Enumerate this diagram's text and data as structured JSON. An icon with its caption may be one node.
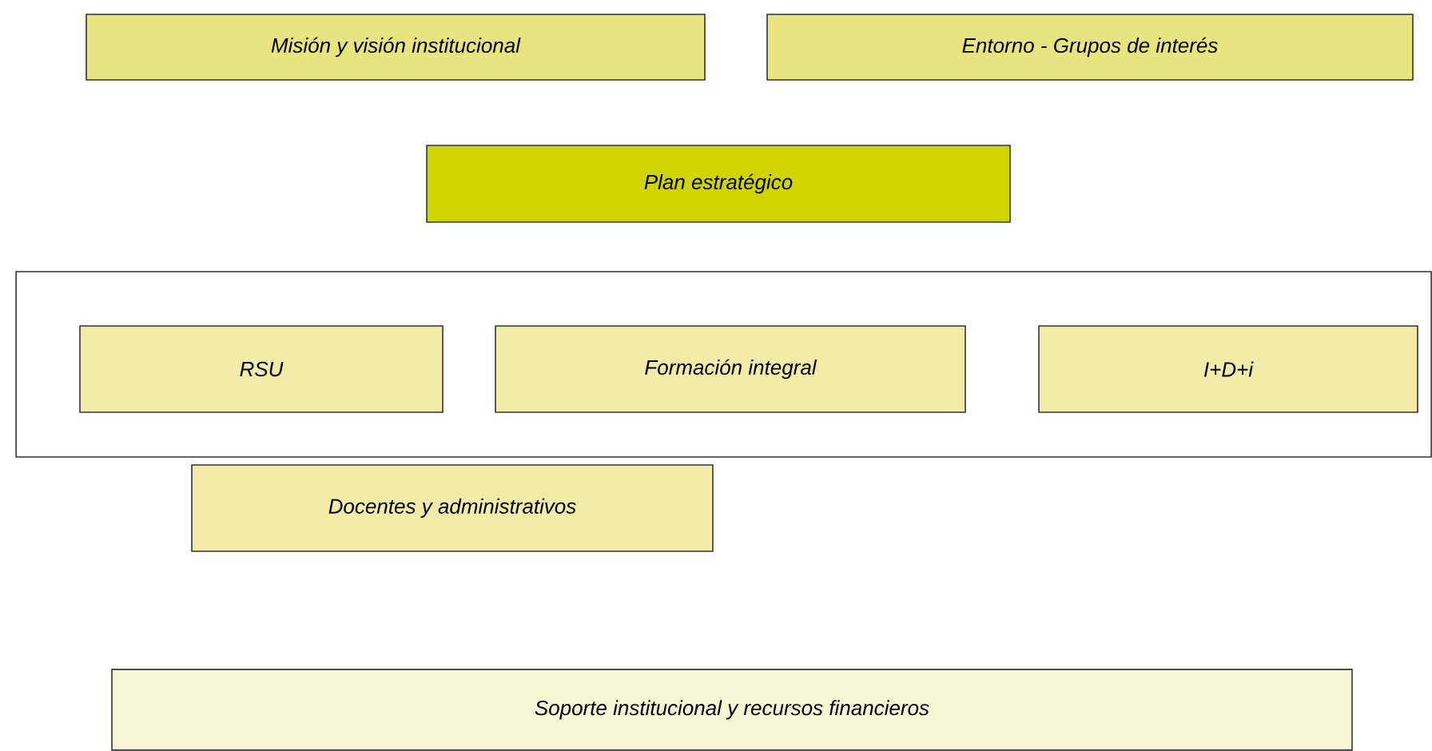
{
  "diagram": {
    "nodes": [
      {
        "text": [
          "Misión y visión institucional"
        ]
      },
      {
        "text": [
          "Entorno - Grupos de interés"
        ]
      },
      {
        "text": [
          "Plan estratégico"
        ]
      },
      {
        "text": [],
        "shape": "box"
      },
      {
        "text": [
          "RSU"
        ],
        "in": 3
      },
      {
        "text": [
          "Formación integral"
        ],
        "in": 3
      },
      {
        "text": [
          "I+D+i"
        ],
        "in": 3
      },
      {
        "text": [
          "Docentes y administrativos"
        ]
      },
      {
        "text": [
          "Soporte institucional y recursos financieros"
        ]
      }
    ]
  }
}
